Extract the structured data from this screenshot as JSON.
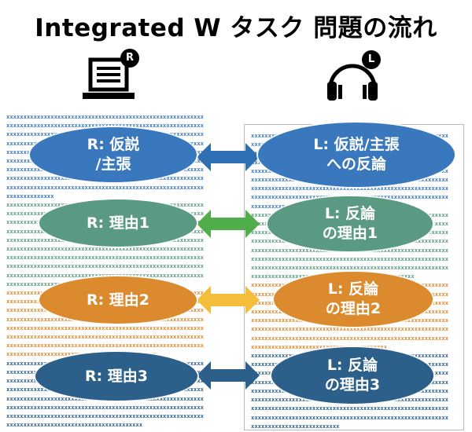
{
  "title": "Integrated W タスク 問題の流れ",
  "icons": {
    "reading": {
      "name": "laptop-icon",
      "badge": "R"
    },
    "listening": {
      "name": "headphones-icon",
      "badge": "L"
    }
  },
  "colors": {
    "blue": "#3a78be",
    "green": "#5a9a82",
    "orange": "#dc8a2e",
    "navy": "#2c5f8a",
    "arrow_blue": "#2f6fb4",
    "arrow_green": "#4fae4a",
    "arrow_yellow": "#f4bd3a",
    "arrow_navy": "#2c5f8a"
  },
  "pairs": [
    {
      "reading": "R: 仮説\n/主張",
      "listening": "L: 仮説/主張\nへの反論"
    },
    {
      "reading": "R: 理由1",
      "listening": "L: 反論\nの理由1"
    },
    {
      "reading": "R: 理由2",
      "listening": "L: 反論\nの理由2"
    },
    {
      "reading": "R: 理由3",
      "listening": "L: 反論\nの理由3"
    }
  ],
  "filler_text": "xxxxxxxxxxxxxxxxxxxxxxxxxxxxxxxxxxxxxxxxxxxxxxxxxxxxxxxxxx"
}
